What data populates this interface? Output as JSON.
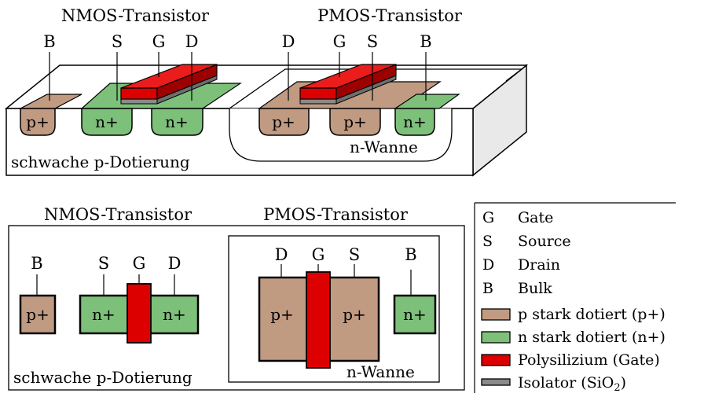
{
  "top": {
    "nmos_title": "NMOS-Transistor",
    "pmos_title": "PMOS-Transistor",
    "nmos_terms": [
      "B",
      "S",
      "G",
      "D"
    ],
    "pmos_terms": [
      "D",
      "G",
      "S",
      "B"
    ],
    "wells": [
      "p+",
      "n+",
      "n+",
      "p+",
      "p+",
      "n+"
    ],
    "substrate_label": "schwache p-Dotierung",
    "nwell_label": "n-Wanne"
  },
  "bottom": {
    "nmos_title": "NMOS-Transistor",
    "pmos_title": "PMOS-Transistor",
    "nmos_terms": [
      "B",
      "S",
      "G",
      "D"
    ],
    "pmos_terms": [
      "D",
      "G",
      "S",
      "B"
    ],
    "regions": [
      "p+",
      "n+",
      "n+",
      "p+",
      "p+",
      "n+"
    ],
    "substrate_label": "schwache p-Dotierung",
    "nwell_label": "n-Wanne"
  },
  "legend": {
    "abbrevs": [
      {
        "key": "G",
        "text": "Gate"
      },
      {
        "key": "S",
        "text": "Source"
      },
      {
        "key": "D",
        "text": "Drain"
      },
      {
        "key": "B",
        "text": "Bulk"
      }
    ],
    "p_label": "p stark dotiert (p+)",
    "n_label": "n stark dotiert (n+)",
    "poly_label": "Polysilizium (Gate)",
    "iso_label_pre": "Isolator (SiO",
    "iso_label_sub": "2",
    "iso_label_post": ")"
  },
  "colors": {
    "p_plus": "#c19a82",
    "n_plus": "#7dc07a",
    "poly": "#dd0000",
    "poly_top": "#ea1c1c",
    "poly_side": "#9c0000",
    "oxide": "#8a8a8a",
    "side_face": "#e9e9e9"
  }
}
